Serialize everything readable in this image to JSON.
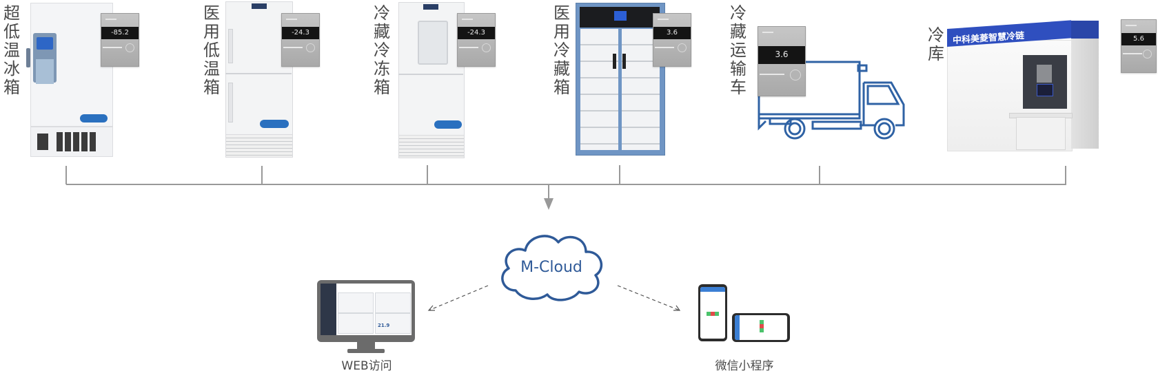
{
  "devices": [
    {
      "label": "超低温冰箱",
      "display_value": "-85.2"
    },
    {
      "label": "医用低温箱",
      "display_value": "-24.3"
    },
    {
      "label": "冷藏冷冻箱",
      "display_value": "-24.3"
    },
    {
      "label": "医用冷藏箱",
      "display_value": "3.6"
    },
    {
      "label": "冷藏运输车",
      "display_value": "3.6"
    },
    {
      "label": "冷库",
      "display_value": "5.6",
      "signage": "中科美菱智慧冷链"
    }
  ],
  "cloud": {
    "label": "M-Cloud"
  },
  "clients": [
    {
      "label": "WEB访问",
      "screen_value": "21.9"
    },
    {
      "label": "微信小程序"
    }
  ],
  "colors": {
    "accent_blue": "#2f5a98",
    "line_gray": "#999999",
    "label_gray": "#4a4a4a",
    "cold_room_blue": "#2f4fbf"
  }
}
